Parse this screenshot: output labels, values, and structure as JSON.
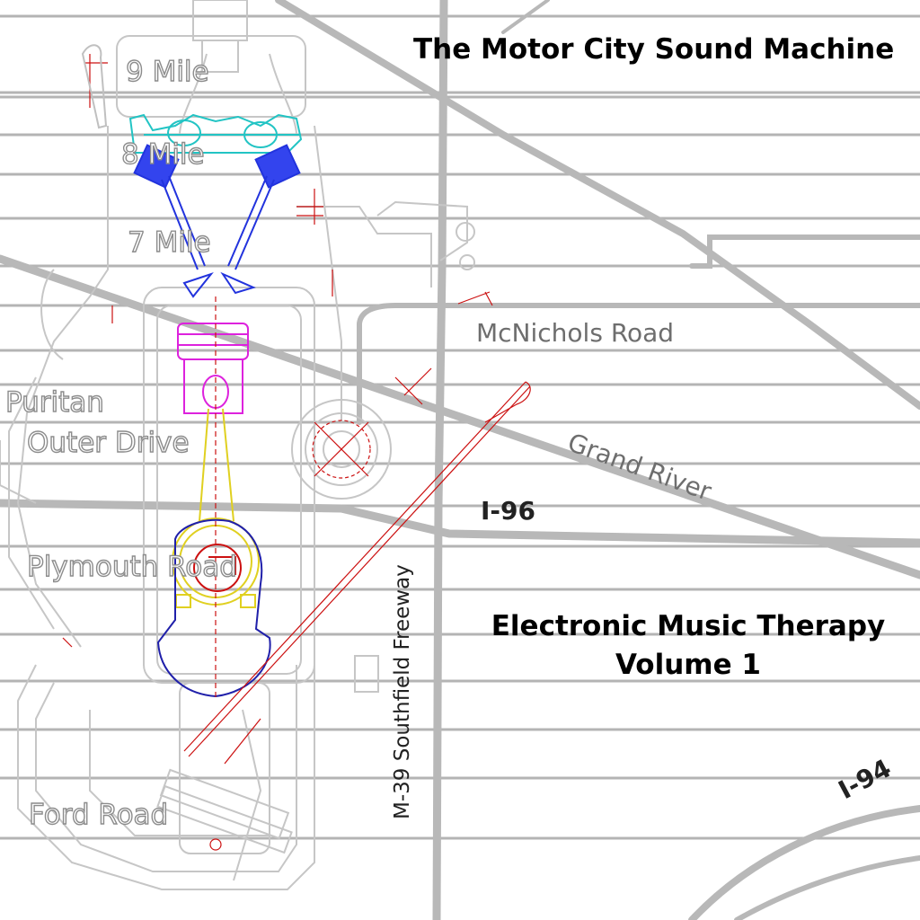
{
  "cover": {
    "title": "The Motor City Sound Machine",
    "subtitle_line1": "Electronic Music Therapy",
    "subtitle_line2": "Volume 1"
  },
  "roads": {
    "nine_mile": "9 Mile",
    "eight_mile": "8 Mile",
    "seven_mile": "7 Mile",
    "mcnichols": "McNichols Road",
    "puritan": "Puritan",
    "outer_drive": "Outer Drive",
    "grand_river": "Grand River",
    "plymouth": "Plymouth Road",
    "ford": "Ford Road"
  },
  "highways": {
    "i96": "I-96",
    "i94": "I-94",
    "m39": "M-39 Southfield Freeway"
  },
  "colors": {
    "road_gray": "#bdbdbd",
    "engine_line": "#c8c8c8",
    "valve_blue": "#2233dd",
    "cam_cyan": "#22c4c4",
    "piston_magenta": "#dd22dd",
    "rod_yellow": "#e0d020",
    "crank_blue": "#2020aa",
    "accent_red": "#cc1111"
  }
}
